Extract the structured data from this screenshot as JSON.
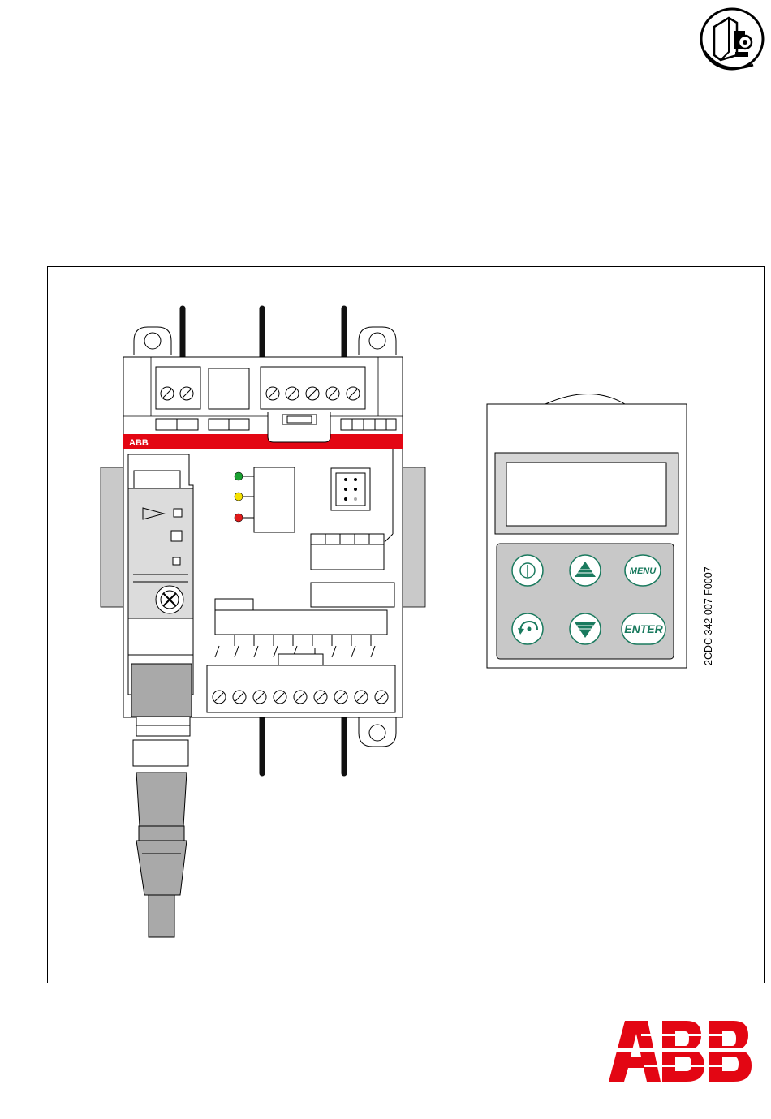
{
  "device": {
    "brand_label": "ABB"
  },
  "panel": {
    "keys": [
      {
        "id": "power",
        "icon": "power-icon"
      },
      {
        "id": "up",
        "icon": "arrow-up-icon"
      },
      {
        "id": "menu",
        "label": "MENU"
      },
      {
        "id": "back",
        "icon": "rotate-icon"
      },
      {
        "id": "down",
        "icon": "arrow-down-icon"
      },
      {
        "id": "enter",
        "label": "ENTER"
      }
    ]
  },
  "figure": {
    "code": "2CDC 342 007 F0007"
  },
  "colors": {
    "abb_red": "#e30613",
    "key_green": "#1a7a5e",
    "panel_grey": "#c8c8c8",
    "connector_grey": "#a9a9a9",
    "led_green": "#1aa131",
    "led_yellow": "#f5e100",
    "led_red": "#e01b1b"
  },
  "logo": {
    "text": "ABB"
  }
}
